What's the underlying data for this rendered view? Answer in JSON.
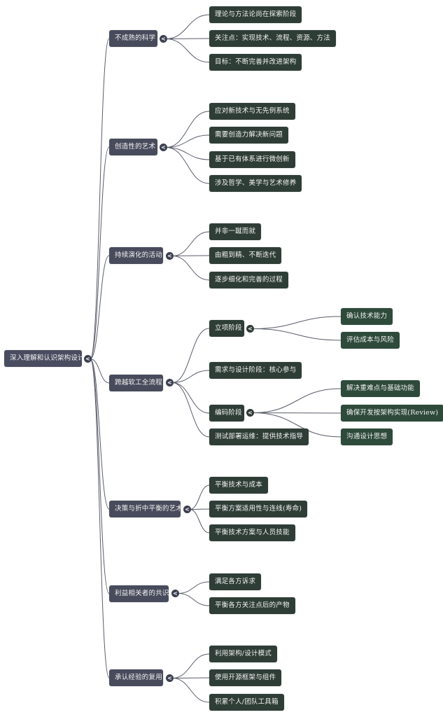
{
  "mindmap": {
    "root": {
      "label": "深入理解和认识架构设计"
    },
    "colors": {
      "root": "#4a4d60",
      "level1": "#474b5b",
      "level2": "#2f3d37",
      "level3": "#2e4a3b",
      "connector": "#5a5d6b"
    },
    "collapse_icon": "chevron-left-icon",
    "branches": [
      {
        "label": "不成熟的科学",
        "children": [
          {
            "label": "理论与方法论尚在探索阶段"
          },
          {
            "label": "关注点：实现技术、流程、资源、方法"
          },
          {
            "label": "目标：不断完善并改进架构"
          }
        ]
      },
      {
        "label": "创造性的艺术",
        "children": [
          {
            "label": "应对新技术与无先例系统"
          },
          {
            "label": "需要创造力解决新问题"
          },
          {
            "label": "基于已有体系进行微创新"
          },
          {
            "label": "涉及哲学、美学与艺术修养"
          }
        ]
      },
      {
        "label": "持续演化的活动",
        "children": [
          {
            "label": "并非一蹴而就"
          },
          {
            "label": "由粗到精、不断迭代"
          },
          {
            "label": "逐步细化和完善的过程"
          }
        ]
      },
      {
        "label": "跨越软工全流程",
        "children": [
          {
            "label": "立项阶段",
            "children": [
              {
                "label": "确认技术能力"
              },
              {
                "label": "评估成本与风险"
              }
            ]
          },
          {
            "label": "需求与设计阶段：核心参与"
          },
          {
            "label": "编码阶段",
            "children": [
              {
                "label": "解决重难点与基础功能"
              },
              {
                "label": "确保开发按架构实现(Review)"
              },
              {
                "label": "沟通设计思想"
              }
            ]
          },
          {
            "label": "测试部署运维：提供技术指导"
          }
        ]
      },
      {
        "label": "决策与折中平衡的艺术",
        "children": [
          {
            "label": "平衡技术与成本"
          },
          {
            "label": "平衡方案适用性与连线(寿命)"
          },
          {
            "label": "平衡技术方案与人员技能"
          }
        ]
      },
      {
        "label": "利益相关者的共识",
        "children": [
          {
            "label": "满足各方诉求"
          },
          {
            "label": "平衡各方关注点后的产物"
          }
        ]
      },
      {
        "label": "承认经验的复用",
        "children": [
          {
            "label": "利用架构/设计模式"
          },
          {
            "label": "使用开源框架与组件"
          },
          {
            "label": "积累个人/团队工具箱"
          }
        ]
      }
    ]
  }
}
